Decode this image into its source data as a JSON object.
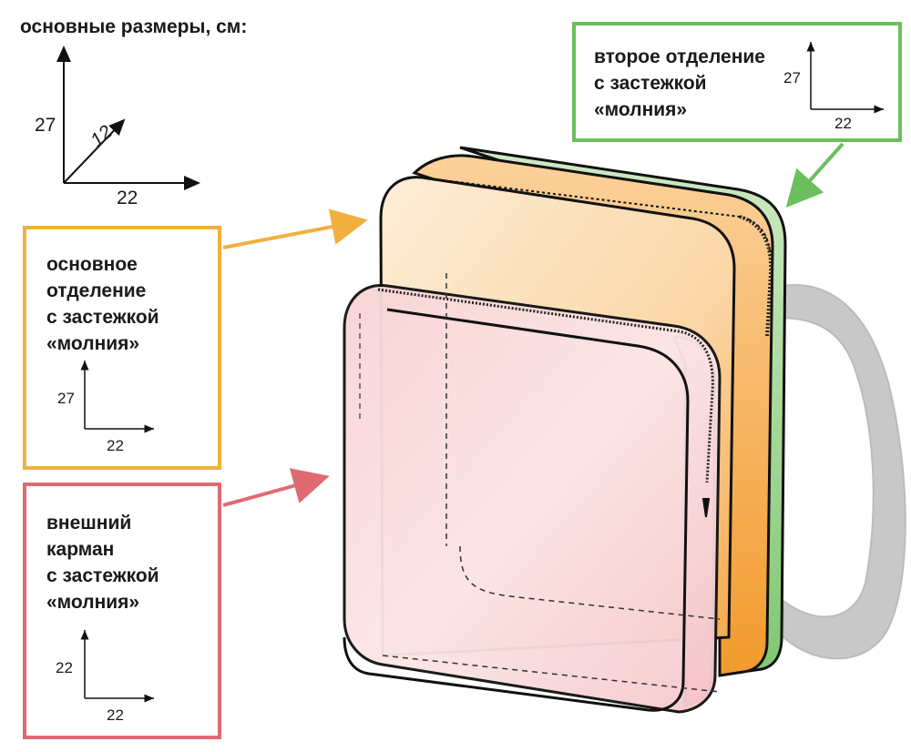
{
  "title": "основные размеры, см:",
  "main_dims": {
    "height": "27",
    "depth": "12",
    "width": "22"
  },
  "main_compartment": {
    "label": "основное\nотделение\nс застежкой\n«молния»",
    "height": "27",
    "width": "22",
    "color": "#f0b040"
  },
  "outer_pocket": {
    "label": "внешний\nкарман\nс застежкой\n«молния»",
    "height": "22",
    "width": "22",
    "color": "#e06a72"
  },
  "second_compartment": {
    "label": "второе отделение\nс застежкой\n«молния»",
    "height": "27",
    "width": "22",
    "color": "#6cbf5e"
  }
}
